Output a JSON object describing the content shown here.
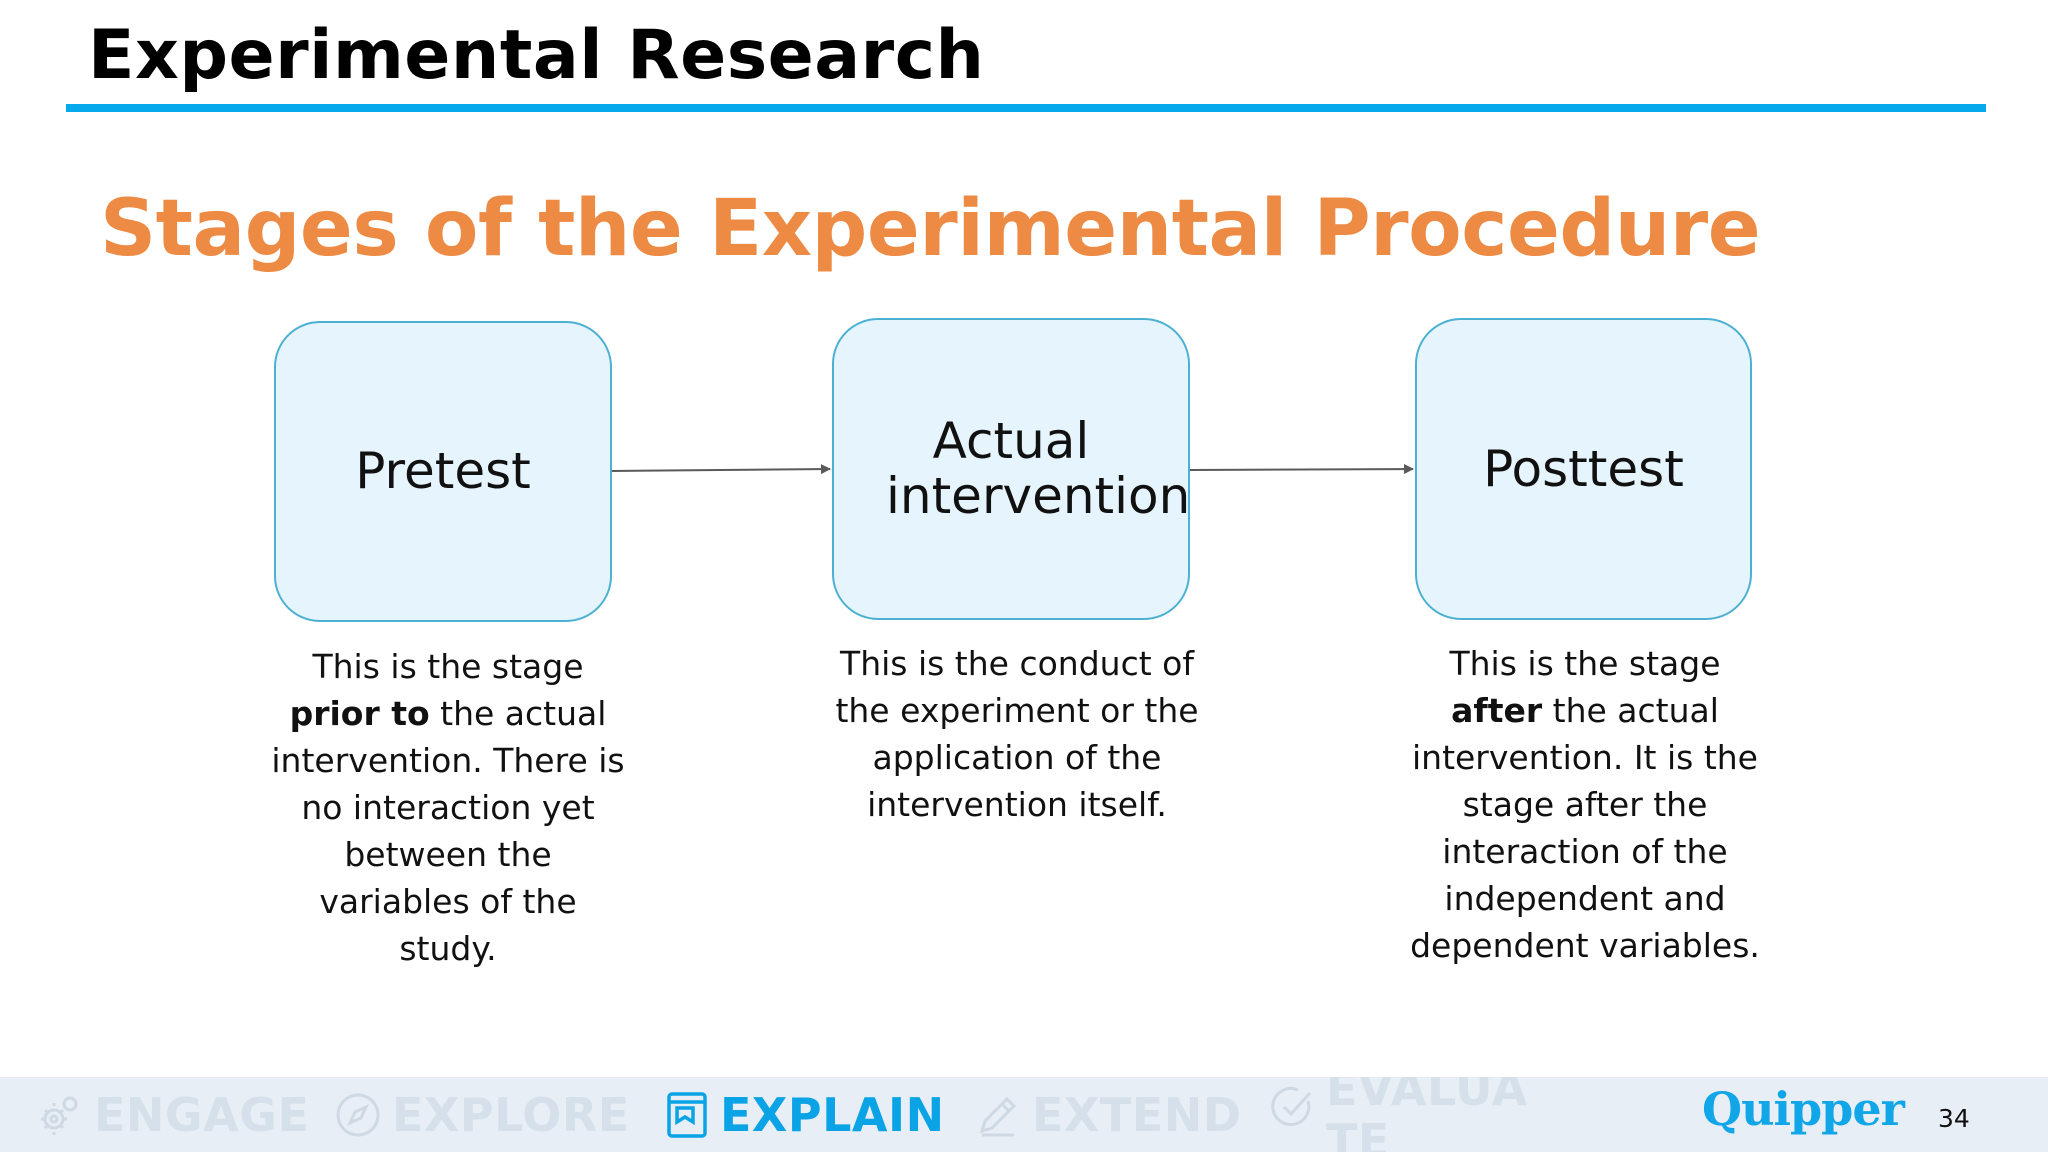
{
  "header": {
    "title": "Experimental Research",
    "accent_color": "#05a9ec"
  },
  "section": {
    "heading": "Stages of the Experimental Procedure",
    "heading_color": "#ed8a43"
  },
  "diagram": {
    "box_fill": "#e6f5fd",
    "box_border": "#4cb0d3",
    "stages": [
      {
        "label": "Pretest",
        "description": {
          "before": "This is the stage ",
          "emphasis": "prior to",
          "after": " the actual intervention. There is no interaction yet between the variables of the study."
        }
      },
      {
        "label": "Actual intervention",
        "description": {
          "before": "This is the conduct of the experiment or the application of the intervention itself.",
          "emphasis": "",
          "after": ""
        }
      },
      {
        "label": "Posttest",
        "description": {
          "before": "This is the stage ",
          "emphasis": "after",
          "after": " the actual intervention. It is the stage after the interaction of the independent and dependent variables."
        }
      }
    ],
    "connections": [
      {
        "from": "Pretest",
        "to": "Actual intervention"
      },
      {
        "from": "Actual intervention",
        "to": "Posttest"
      }
    ]
  },
  "footer": {
    "phases": [
      {
        "label": "ENGAGE",
        "icon": "gears-icon",
        "state": "inactive"
      },
      {
        "label": "EXPLORE",
        "icon": "compass-icon",
        "state": "inactive"
      },
      {
        "label": "EXPLAIN",
        "icon": "book-icon",
        "state": "active"
      },
      {
        "label": "EXTEND",
        "icon": "pencil-icon",
        "state": "inactive"
      },
      {
        "label": "EVALUATE",
        "icon": "check-circle-icon",
        "state": "inactive"
      }
    ],
    "active_color": "#0aa3e5",
    "brand": "Quipper",
    "page_number": "34"
  }
}
